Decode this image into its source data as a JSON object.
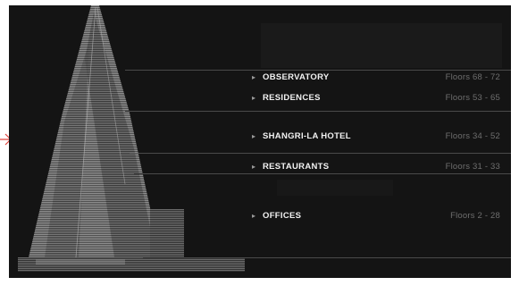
{
  "colors": {
    "background": "#141414",
    "text": "#f2f2f2",
    "muted": "#6e6e6e",
    "pointer": "#e0413a"
  },
  "pointer_icon": "arrow-right-icon",
  "menu": [
    {
      "name": "OBSERVATORY",
      "floors": "Floors 68 - 72"
    },
    {
      "name": "RESIDENCES",
      "floors": "Floors 53 - 65"
    },
    {
      "name": "SHANGRI-LA HOTEL",
      "floors": "Floors 34 - 52"
    },
    {
      "name": "RESTAURANTS",
      "floors": "Floors 31 - 33"
    },
    {
      "name": "OFFICES",
      "floors": "Floors 2 - 28"
    }
  ]
}
